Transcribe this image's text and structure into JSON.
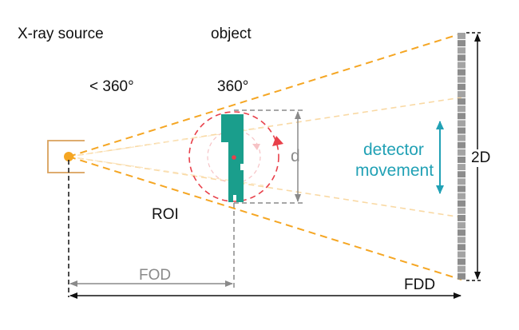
{
  "labels": {
    "source": "X-ray source",
    "object": "object",
    "angle_partial": "< 360°",
    "angle_full": "360°",
    "roi": "ROI",
    "d": "d",
    "detector_movement_line1": "detector",
    "detector_movement_line2": "movement",
    "two_d": "2D",
    "fod": "FOD",
    "fdd": "FDD"
  },
  "colors": {
    "beam": "#f5a623",
    "beam_light": "#f9d9a4",
    "source_box": "#d9a05b",
    "object": "#1a9e8c",
    "rotation": "#e8404a",
    "dimension_gray": "#8a8a8a",
    "detector_movement": "#21a1b5",
    "dark": "#111111"
  },
  "icons": {
    "rotation_arrow": "rotation-arrow-icon",
    "detector_arrow": "double-arrow-icon"
  }
}
